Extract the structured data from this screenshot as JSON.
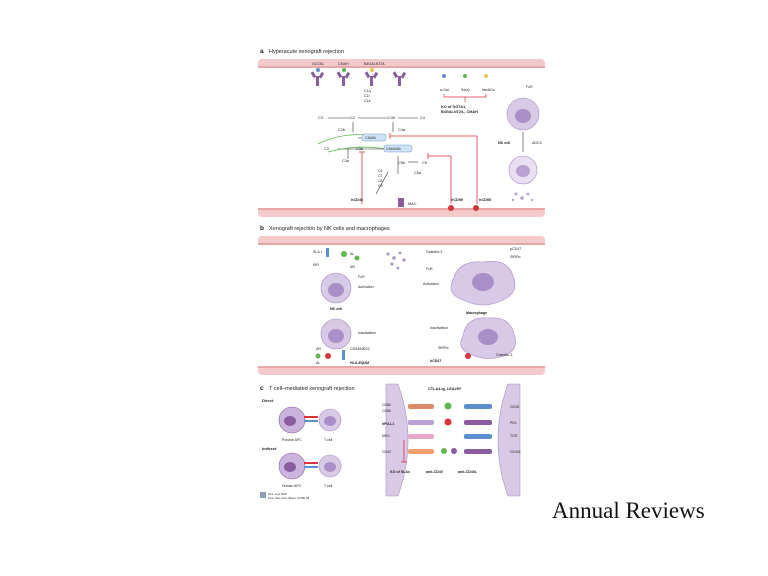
{
  "figure": {
    "panel_a": {
      "letter": "a",
      "title": "Hyperacute xenograft rejection",
      "genes": [
        "GGTA1",
        "CMAH",
        "B4GALNT2/L"
      ],
      "glycans": [
        "α-Gal",
        "Sd(a)",
        "Neu5Gc"
      ],
      "ko_label_1": "KO of GGTA1,",
      "ko_label_2": "B4GALNT2/L, CMAH",
      "complement": {
        "c1": [
          "C1q",
          "C1r",
          "C1s"
        ],
        "c3": "C3",
        "c2": "C2",
        "c4": "C4",
        "c2b": "C2b",
        "c4b": "C4b",
        "c4a": "C4a",
        "c4b2b": "C4b2b",
        "c3a": "C3a",
        "c3b": "C3b",
        "c4b2b3b": "C4b2b3b",
        "c5": "C5",
        "c5b": "C5b",
        "c5a": "C5a",
        "terminal": [
          "C6",
          "C7",
          "C8",
          "C9"
        ],
        "mac": "MAC"
      },
      "regulators": [
        "hCD46",
        "hCD59",
        "hCD55"
      ],
      "fcr": "FcR",
      "nk_cell": "NK cell",
      "adcc": "ADCC"
    },
    "panel_b": {
      "letter": "b",
      "title": "Xenograft rejection by NK cells and macrophages",
      "labels_left": [
        "SLA-I",
        "KIR",
        "AL",
        "AR",
        "FcR",
        "Activation",
        "NK cell",
        "Inactivation",
        "AR",
        "CD94/NKG2",
        "AL",
        "HLA-E/β2M"
      ],
      "labels_right": [
        "Galectin-3",
        "pCD47",
        "SIRPα",
        "FcR",
        "Activation",
        "Macrophage",
        "Inactivation",
        "SIRPα",
        "hCD47",
        "Galectin-3"
      ]
    },
    "panel_c": {
      "letter": "c",
      "title": "T cell–mediated xenograft rejection",
      "direct": "Direct",
      "indirect": "Indirect",
      "porcine_apc": "Porcine APC",
      "human_apc": "Human APC",
      "t_cell": "T cell",
      "ctla4": "CTLA4-Ig, LEA29Y",
      "left_molecules": [
        "CD80",
        "CD86",
        "hPD-L1",
        "MHC",
        "CD40"
      ],
      "right_molecules": [
        "CD28",
        "PD1",
        "TCR",
        "CD40L"
      ],
      "ko_slas": "KO of SLAs",
      "anti_cd40": "anti-CD40",
      "anti_cd40l": "anti-CD40L"
    },
    "footer": [
      "Ali A, et al. 2024",
      "Annu. Rev. Anim. Biosci. 12:285–98"
    ]
  },
  "publisher": "Annual Reviews",
  "colors": {
    "membrane": "#f3c9c9",
    "cell": "#d8c9e6",
    "nucleus": "#a98fc7",
    "inhibit": "#d9333f",
    "green": "#5fb84d",
    "blue": "#5b8fd0"
  }
}
